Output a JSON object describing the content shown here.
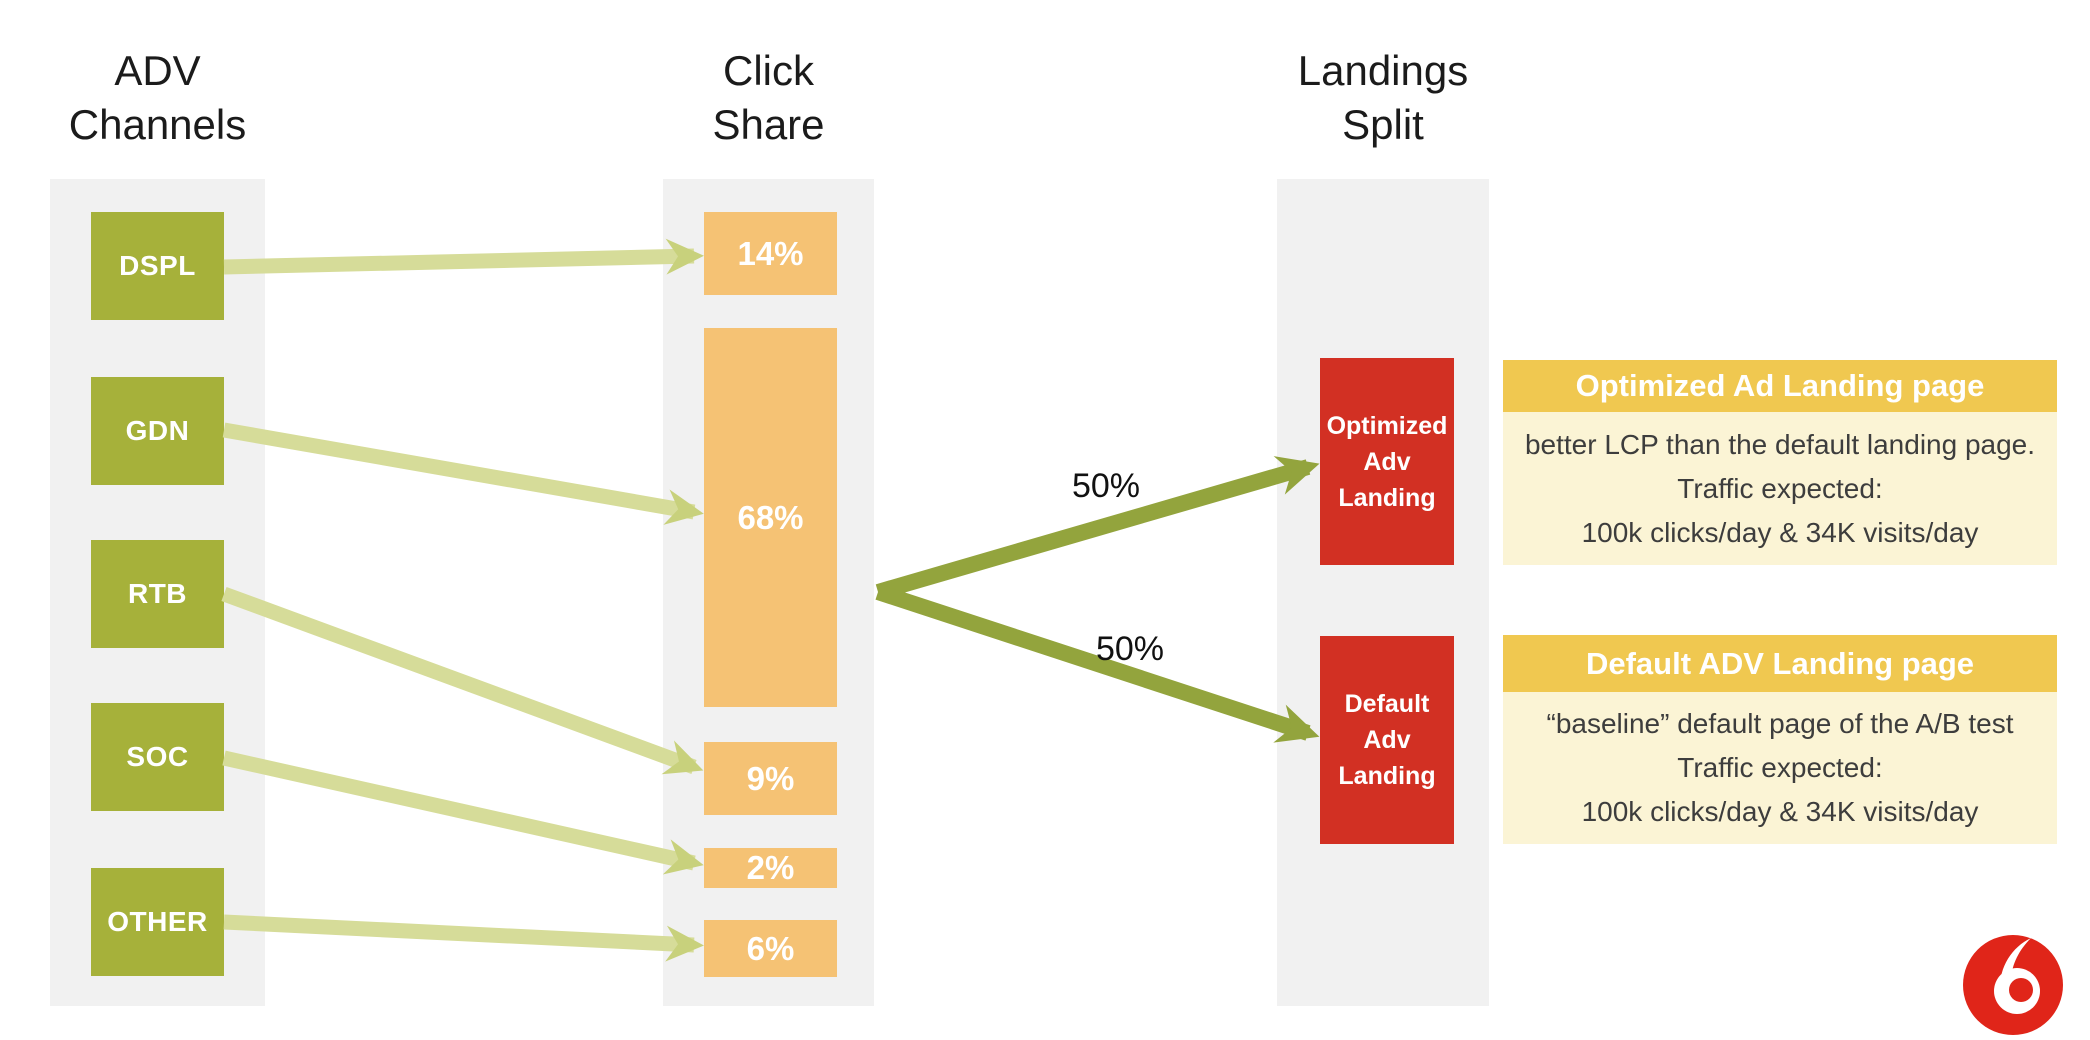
{
  "adv": {
    "title": [
      "ADV",
      "Channels"
    ],
    "channels": [
      {
        "label": "DSPL"
      },
      {
        "label": "GDN"
      },
      {
        "label": "RTB"
      },
      {
        "label": "SOC"
      },
      {
        "label": "OTHER"
      }
    ]
  },
  "click_share": {
    "title": [
      "Click",
      "Share"
    ],
    "shares": [
      {
        "label": "14%",
        "value": 14
      },
      {
        "label": "68%",
        "value": 68
      },
      {
        "label": "9%",
        "value": 9
      },
      {
        "label": "2%",
        "value": 2
      },
      {
        "label": "6%",
        "value": 6
      }
    ]
  },
  "landings": {
    "title": [
      "Landings",
      "Split"
    ],
    "split_labels": [
      "50%",
      "50%"
    ],
    "boxes": [
      {
        "lines": [
          "Optimized",
          "Adv",
          "Landing"
        ]
      },
      {
        "lines": [
          "Default",
          "Adv",
          "Landing"
        ]
      }
    ]
  },
  "panels": [
    {
      "header": "Optimized Ad Landing page",
      "lines": [
        "better LCP than the default landing page.",
        "Traffic expected:",
        "100k clicks/day & 34K visits/day"
      ]
    },
    {
      "header": "Default ADV Landing page",
      "lines": [
        "“baseline” default page of the A/B test",
        "Traffic expected:",
        "100k clicks/day & 34K visits/day"
      ]
    }
  ],
  "flows": [
    {
      "from": "DSPL",
      "to": "14%"
    },
    {
      "from": "GDN",
      "to": "68%"
    },
    {
      "from": "RTB",
      "to": "9%"
    },
    {
      "from": "SOC",
      "to": "2%"
    },
    {
      "from": "OTHER",
      "to": "6%"
    }
  ],
  "colors": {
    "channel_green": "#A6B13A",
    "share_orange": "#F5C274",
    "arrow_light": "#D6DC99",
    "arrow_light_head": "#C8D17C",
    "arrow_dark": "#93A43D",
    "landing_red": "#D23023",
    "panel_header_yellow": "#F0C850",
    "panel_body_yellow": "#FBF4D5",
    "column_gray": "#F1F1F1",
    "logo_red": "#E02519"
  }
}
